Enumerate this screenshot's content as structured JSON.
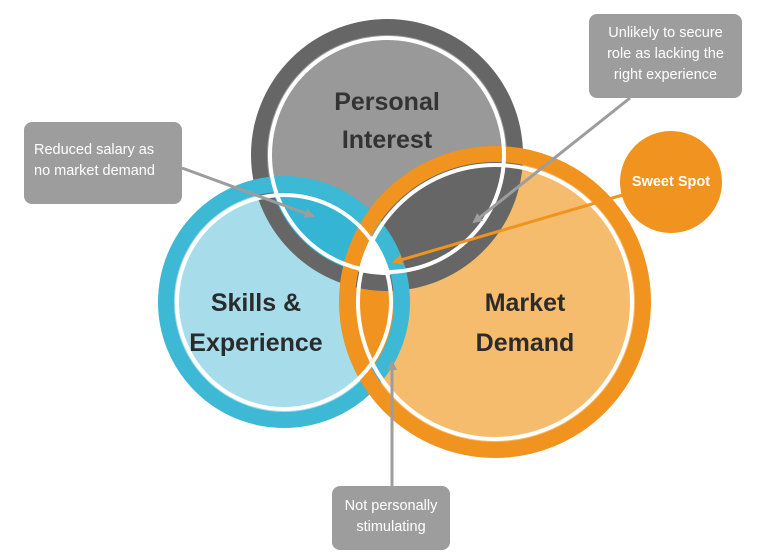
{
  "circles": {
    "personal_interest": {
      "line1": "Personal",
      "line2": "Interest",
      "color": "#666666",
      "fill": "#999999"
    },
    "skills_experience": {
      "line1": "Skills &",
      "line2": "Experience",
      "color": "#3db8d5",
      "fill": "#a7dcea"
    },
    "market_demand": {
      "line1": "Market",
      "line2": "Demand",
      "color": "#f0931f",
      "fill": "#f6bc6e"
    }
  },
  "overlap_colors": {
    "interest_skills": "#33b5d3",
    "interest_demand": "#666666",
    "skills_demand": "#f0931f",
    "center": "#ffffff"
  },
  "callouts": {
    "salary": {
      "line1": "Reduced salary as",
      "line2": "no market demand",
      "color": "#9d9d9d"
    },
    "experience": {
      "line1": "Unlikely to secure",
      "line2": "role as lacking the",
      "line3": "right experience",
      "color": "#9d9d9d"
    },
    "stimulating": {
      "line1": "Not personally",
      "line2": "stimulating",
      "color": "#9d9d9d"
    },
    "sweet_spot": {
      "label": "Sweet Spot",
      "color": "#f0931f"
    }
  }
}
